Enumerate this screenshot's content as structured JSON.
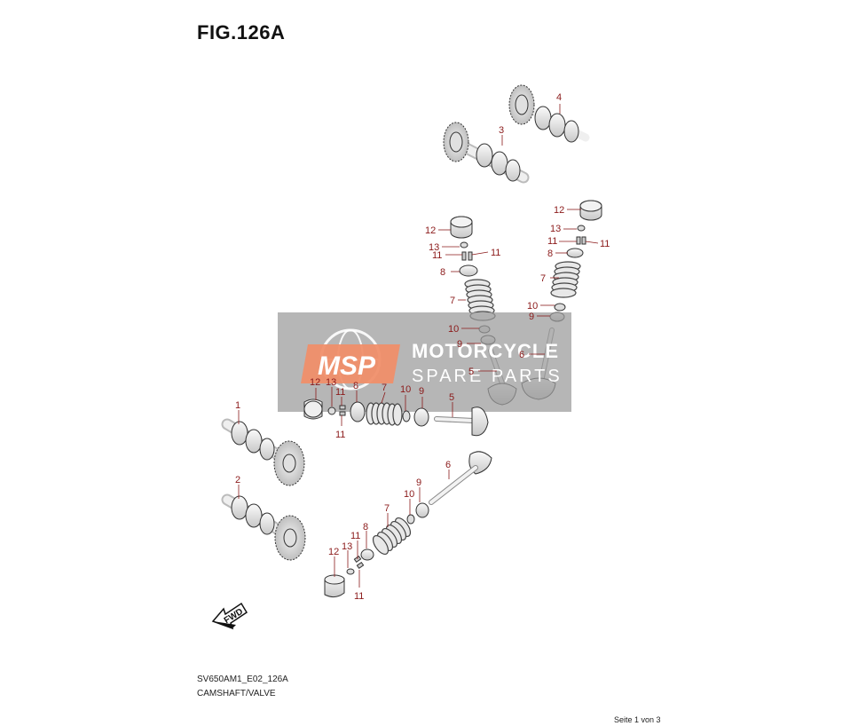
{
  "header": {
    "figure_title": "FIG.126A"
  },
  "footer": {
    "model_code": "SV650AM1_E02_126A",
    "section_name": "CAMSHAFT/VALVE",
    "page_info": "Seite 1 von 3"
  },
  "watermark": {
    "logo_text": "MSP",
    "line1": "MOTORCYCLE",
    "line2": "SPARE PARTS",
    "logo_color": "#f08f6a",
    "band_color": "#9a9a9a"
  },
  "fwd_badge": "FWD",
  "colors": {
    "callout": "#8b1a1a",
    "part_fill": "#e6e6e6",
    "part_stroke": "#333333"
  },
  "callouts": {
    "c4": "4",
    "c3": "3",
    "r_up": {
      "c12": "12",
      "c13": "13",
      "c11a": "11",
      "c11b": "11",
      "c8": "8",
      "c7": "7",
      "c10": "10",
      "c9": "9",
      "c6": "6"
    },
    "m_up": {
      "c12": "12",
      "c13": "13",
      "c11a": "11",
      "c11b": "11",
      "c8": "8",
      "c7": "7",
      "c10": "10",
      "c9": "9",
      "c5": "5"
    },
    "h_row": {
      "c12": "12",
      "c13": "13",
      "c11a": "11",
      "c11b": "11",
      "c8": "8",
      "c7": "7",
      "c10": "10",
      "c9": "9",
      "c5": "5"
    },
    "c1": "1",
    "c2": "2",
    "low": {
      "c6": "6",
      "c9": "9",
      "c10": "10",
      "c7": "7",
      "c8": "8",
      "c11a": "11",
      "c13": "13",
      "c12": "12",
      "c11b": "11"
    }
  }
}
